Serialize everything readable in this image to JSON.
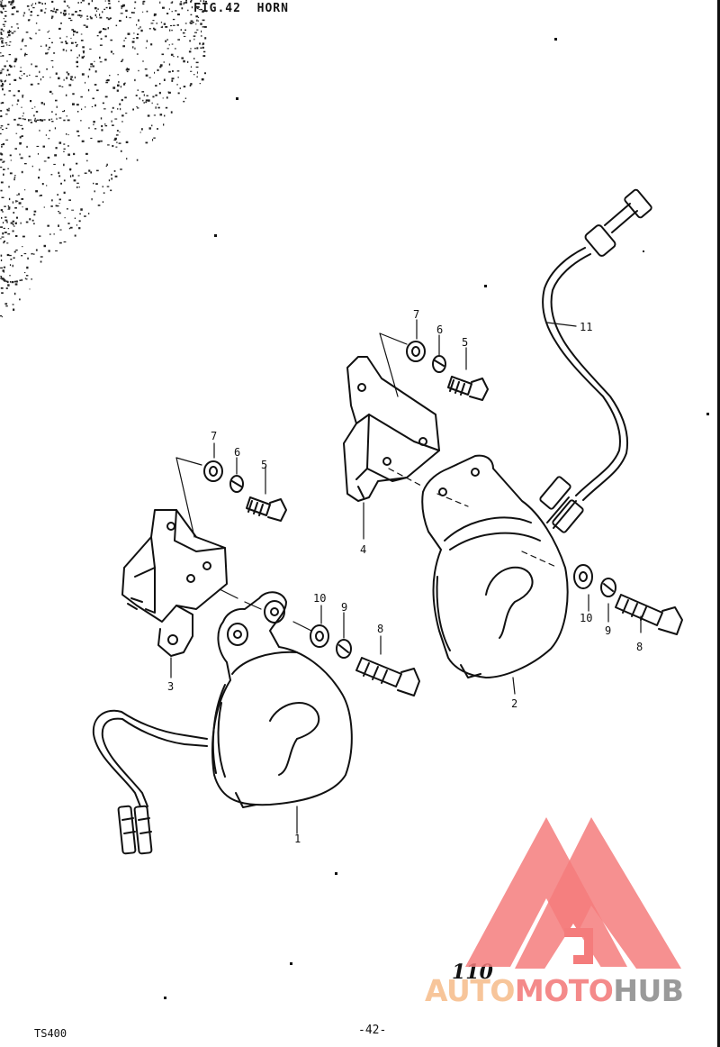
{
  "figure": {
    "title": "FIG.42  HORN",
    "model": "TS400",
    "page": "-42-",
    "handwritten_number": "110"
  },
  "callouts": {
    "c1": "1",
    "c2": "2",
    "c3": "3",
    "c4": "4",
    "c5a": "5",
    "c5b": "5",
    "c6a": "6",
    "c6b": "6",
    "c7a": "7",
    "c7b": "7",
    "c8a": "8",
    "c8b": "8",
    "c9a": "9",
    "c9b": "9",
    "c10a": "10",
    "c10b": "10",
    "c11": "11"
  },
  "watermark": {
    "brand_part1": "AUTO",
    "brand_part2": "MOTO",
    "brand_part3": "HUB",
    "colors": {
      "auto": "#f7c59a",
      "moto": "#f48a8a",
      "hub": "#9a9a9a",
      "logo": "#f47c7c"
    }
  }
}
